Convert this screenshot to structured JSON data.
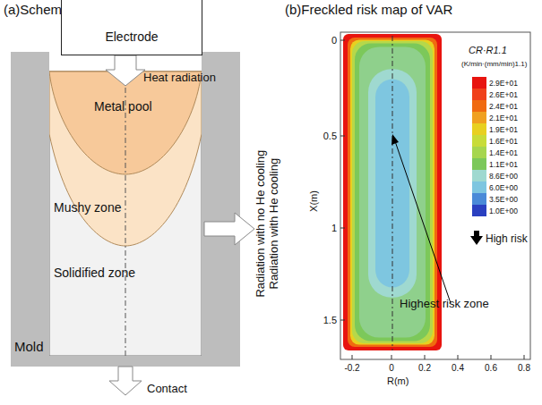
{
  "diagram": {
    "nodes": [
      {
        "text": [
          "Electrode"
        ]
      }
    ],
    "labels": [
      "(a)Schematic image of VAR",
      "(b)Freckled risk map of VAR",
      "Heat radiation",
      "Metal pool",
      "Mushy zone",
      "Solidified zone",
      "Mold",
      "Contact",
      "Radiation with no He cooling",
      "Radiation with He cooling",
      "CR·R1.1",
      "(K/min·(mm/min)1.1)",
      "2.9E+01",
      "2.6E+01",
      "2.4E+01",
      "2.1E+01",
      "1.9E+01",
      "1.6E+01",
      "1.4E+01",
      "1.1E+01",
      "8.6E+00",
      "6.0E+00",
      "3.5E+00",
      "1.0E+00",
      "High risk",
      "Highest risk zone",
      "X(m)",
      "R(m)",
      "0",
      "0.5",
      "1",
      "1.5",
      "-0.2",
      "0",
      "0.2",
      "0.4",
      "0.6",
      "0.8"
    ]
  }
}
